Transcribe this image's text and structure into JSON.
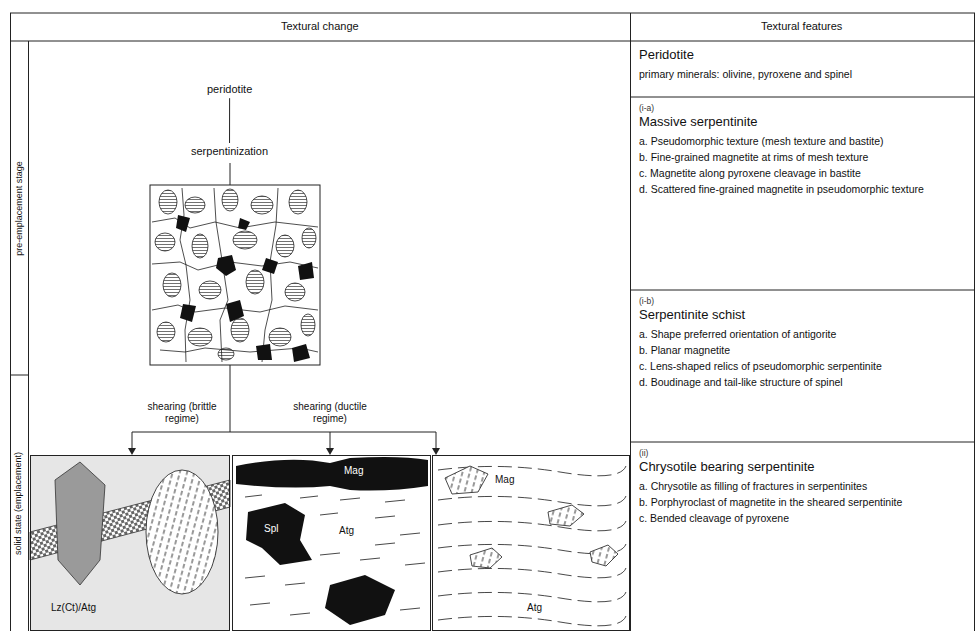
{
  "diagram": {
    "nodes": [
      {
        "text": [
          "peridotite"
        ]
      },
      {
        "text": [
          "serpentinization"
        ]
      },
      {
        "text": [
          "Lz(Ct)/Atg"
        ]
      },
      {
        "text": [
          "Mag",
          "Atg",
          "Spl"
        ]
      },
      {
        "text": [
          "Mag",
          "Atg"
        ]
      },
      {
        "text": [
          "Peridotite",
          "primary minerals: olivine, pyroxene and spinel"
        ]
      },
      {
        "text": [
          "(i-a)",
          "Massive serpentinite",
          "a. Pseudomorphic texture (mesh texture and bastite)",
          "b. Fine-grained magnetite at rims of mesh texture",
          "c. Magnetite along pyroxene cleavage in bastite",
          "d. Scattered fine-grained magnetite in pseudomorphic texture"
        ]
      },
      {
        "text": [
          "(i-b)",
          "Serpentinite schist",
          "a. Shape preferred orientation of antigorite",
          "b. Planar magnetite",
          "c. Lens-shaped relics of pseudomorphic serpentinite",
          "d. Boudinage and tail-like structure of spinel"
        ]
      },
      {
        "text": [
          "(ii)",
          "Chrysotile bearing serpentinite",
          "a. Chrysotile as filling of fractures in serpentinites",
          "b. Porphyroclast of magnetite in the sheared serpentinite",
          "c. Bended cleavage of pyroxene"
        ]
      }
    ],
    "edges": [
      {
        "from": 0,
        "to": 1,
        "arrow": "none"
      }
    ],
    "labels": [
      "Textural change",
      "Textural features",
      "pre-emplacement stage",
      "solid state (emplacement)",
      "shearing (brittle regime)",
      "shearing (ductile regime)"
    ]
  }
}
